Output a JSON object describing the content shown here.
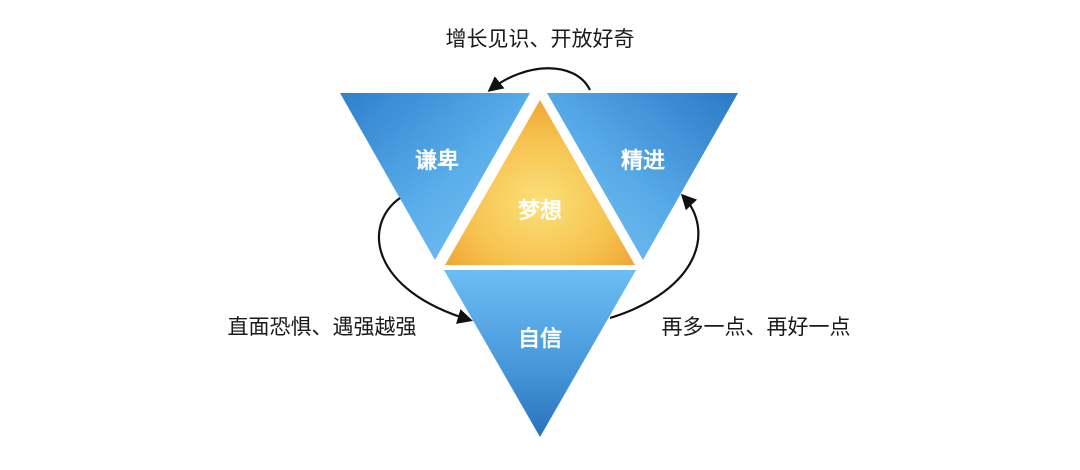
{
  "center": {
    "label": "梦想"
  },
  "triangles": {
    "left": {
      "label": "谦卑"
    },
    "right": {
      "label": "精进"
    },
    "bottom": {
      "label": "自信"
    }
  },
  "cycle_labels": {
    "top": "增长见识、开放好奇",
    "left": "直面恐惧、遇强越强",
    "right": "再多一点、再好一点"
  },
  "colors": {
    "blue_light": "#6ab8f0",
    "blue_dark": "#2a78c4",
    "gold_light": "#f9dc6a",
    "gold_dark": "#f0a830",
    "arrow": "#111111"
  }
}
